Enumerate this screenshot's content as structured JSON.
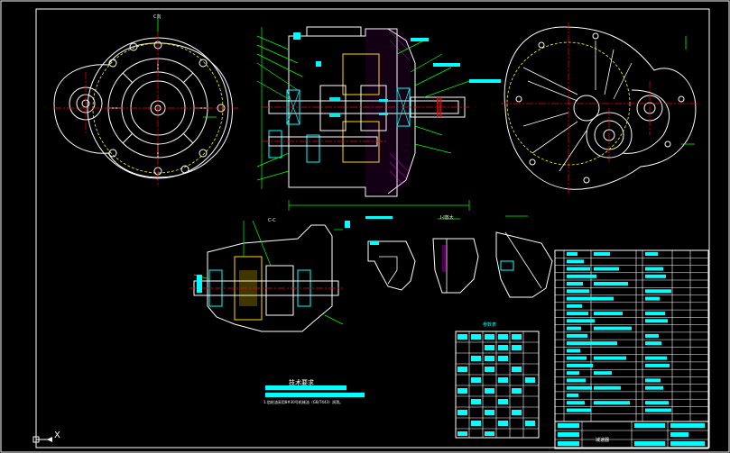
{
  "drawing": {
    "colors": {
      "background": "#000000",
      "frame": "#ffffff",
      "outline": "#ffffff",
      "centerline": "#ff0000",
      "hatch": "#00ffff",
      "dimension": "#00ff00",
      "hidden": "#ffff00",
      "part": "#ffd700",
      "highlight": "#ff00ff"
    },
    "labels": {
      "tech_title": "技术要求",
      "tech_note": "1.齿轮油采用8#30号机械油（GB/T443）润滑。",
      "param_title": "参数表",
      "drawing_name": "减速器",
      "axis_x": "X",
      "section_aa": "C向",
      "section_cc": "C-C",
      "section_bb": "I-I放大"
    },
    "icons": {
      "ucs": "ucs-axis-icon"
    }
  }
}
